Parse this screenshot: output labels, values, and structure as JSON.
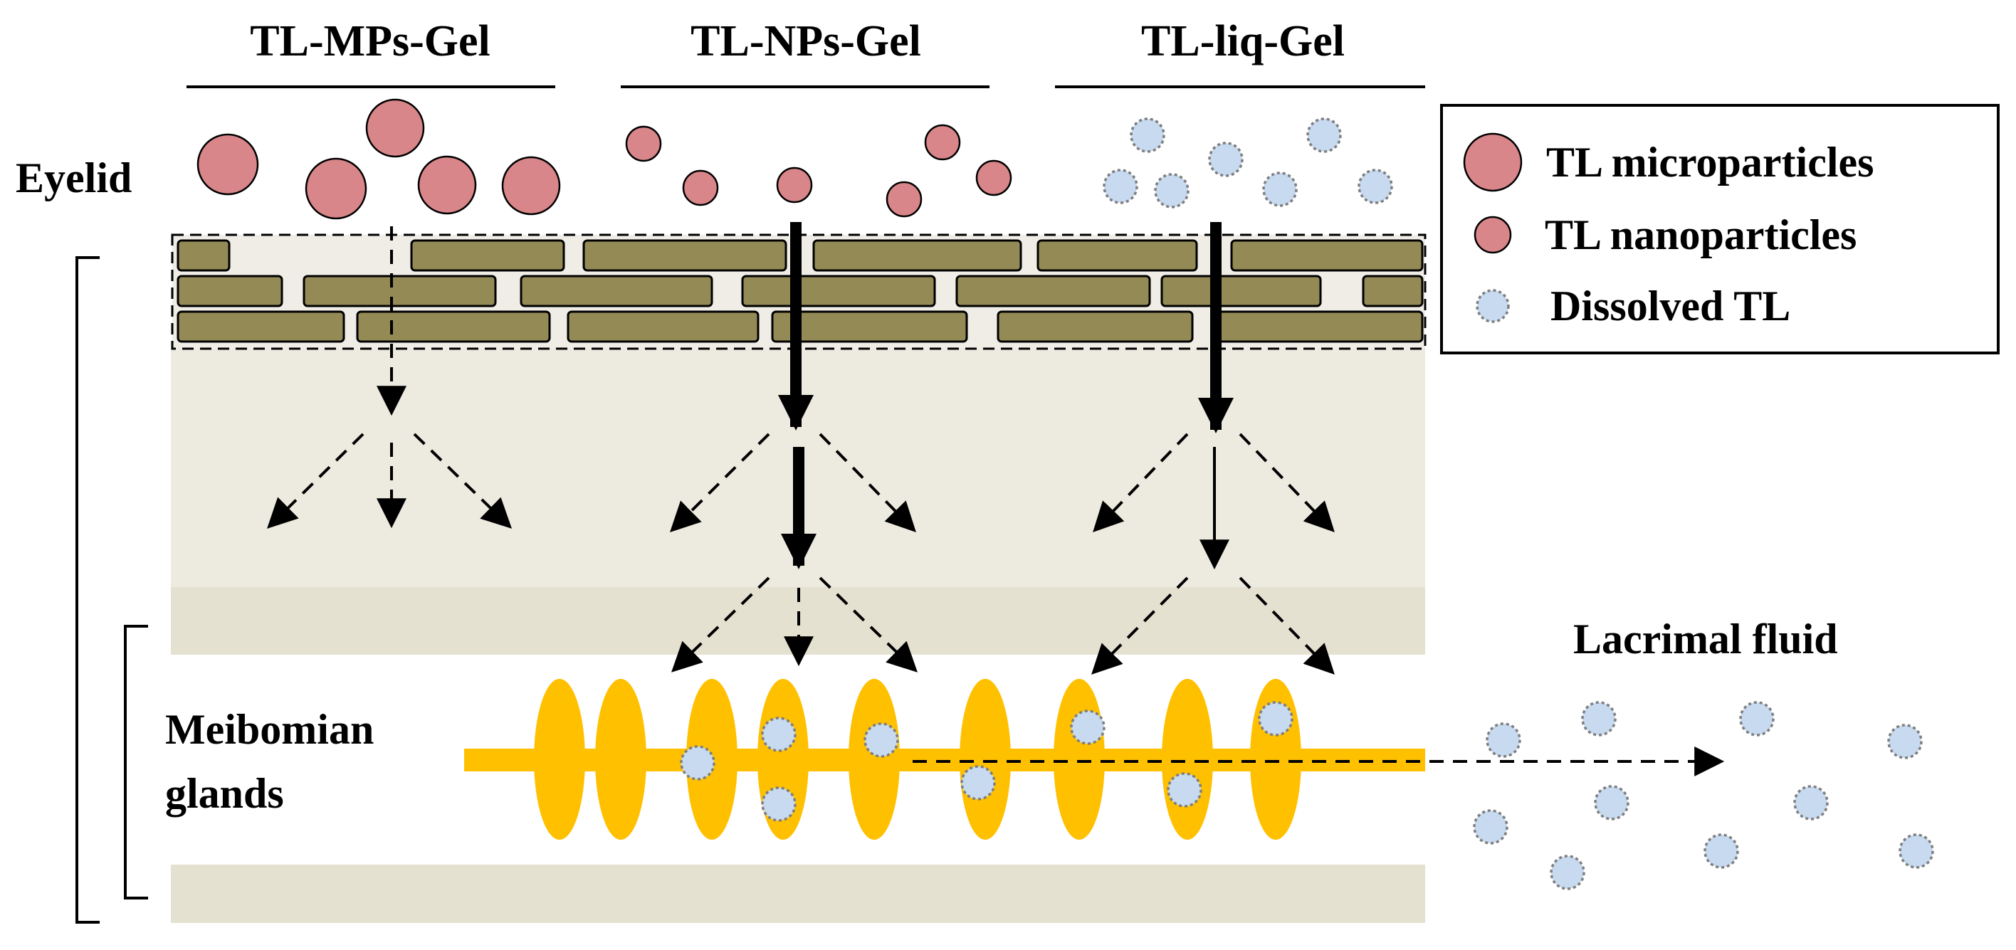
{
  "columns": {
    "mps": "TL-MPs-Gel",
    "nps": "TL-NPs-Gel",
    "liq": "TL-liq-Gel"
  },
  "regions": {
    "eyelid": "Eyelid",
    "meibomian_line1": "Meibomian",
    "meibomian_line2": "glands",
    "lacrimal": "Lacrimal fluid"
  },
  "legend": {
    "micro": "TL microparticles",
    "nano": "TL nanoparticles",
    "dissolved": "Dissolved TL"
  },
  "colors": {
    "particle": "#D9868A",
    "dissolved": "#C7DAF0",
    "brick": "#948A56",
    "tissue": "#EDEAE0",
    "tissue_band": "#E5E1D1",
    "gland": "#FFC000"
  }
}
